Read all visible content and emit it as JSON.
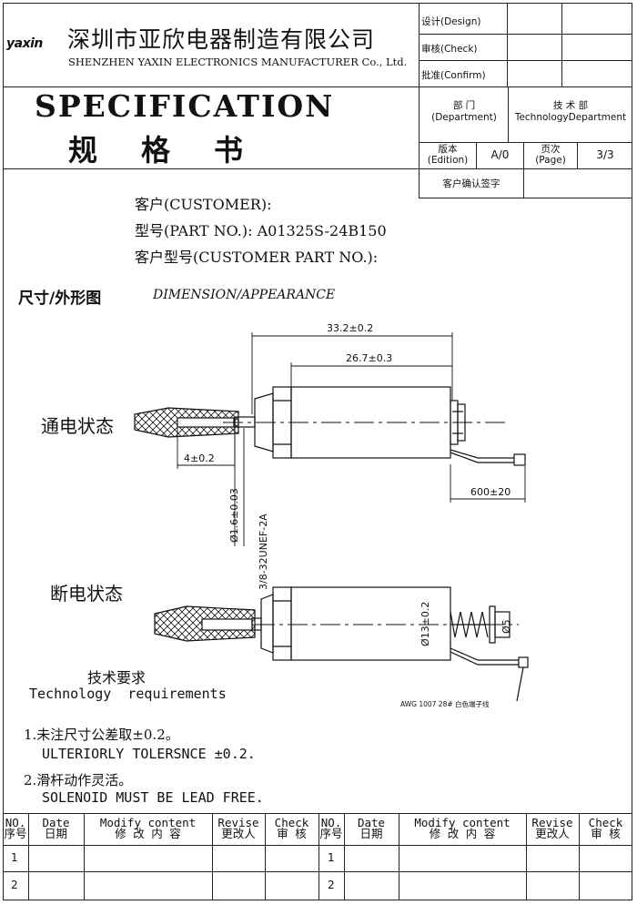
{
  "header": {
    "logo": "yaxin",
    "company_cn": "深圳市亚欣电器制造有限公司",
    "company_en": "SHENZHEN YAXIN ELECTRONICS MANUFACTURER Co., Ltd.",
    "design_label": "设计(Design)",
    "check_label": "审核(Check)",
    "confirm_label": "批准(Confirm)"
  },
  "title": {
    "en": "SPECIFICATION",
    "cn": "规格书"
  },
  "meta": {
    "department_cn": "部  门",
    "department_en": "(Department)",
    "department_value_cn": "技 术 部",
    "department_value_en": "TechnologyDepartment",
    "edition_cn": "版本",
    "edition_en": "(Edition)",
    "edition_value": "A/0",
    "page_cn": "页次",
    "page_en": "(Page)",
    "page_value": "3/3",
    "customer_sign": "客户确认签字"
  },
  "info": {
    "customer": "客户(CUSTOMER):",
    "part_no": "型号(PART NO.): A01325S-24B150",
    "customer_part_no": "客户型号(CUSTOMER PART NO.):"
  },
  "section": {
    "title_cn": "尺寸/外形图",
    "title_en": "DIMENSION/APPEARANCE"
  },
  "drawing": {
    "state_on": "通电状态",
    "state_off": "断电状态",
    "dim_overall": "33.2±0.2",
    "dim_body": "26.7±0.3",
    "dim_plunger": "4±0.2",
    "dim_lead": "600±20",
    "dim_shaft": "Ø1.6±0.03",
    "dim_thread": "3/8-32UNEF-2A",
    "dim_body_dia": "Ø13±0.2",
    "dim_end_dia": "Ø5",
    "wire_note": "AWG 1007 28# 白色端子线"
  },
  "requirements": {
    "title_cn": "技术要求",
    "title_en": "Technology  requirements",
    "items": [
      {
        "cn": "1.未注尺寸公差取±0.2。",
        "en": "ULTERIORLY TOLERSNCE ±0.2."
      },
      {
        "cn": "2.滑杆动作灵活。",
        "en": "SOLENOID MUST BE LEAD FREE."
      }
    ]
  },
  "revision": {
    "headers": [
      {
        "en": "NO.",
        "cn": "序号"
      },
      {
        "en": "Date",
        "cn": "日期"
      },
      {
        "en": "Modify content",
        "cn": "修 改 内 容"
      },
      {
        "en": "Revise",
        "cn": "更改人"
      },
      {
        "en": "Check",
        "cn": "审  核"
      }
    ],
    "rows": [
      "1",
      "2"
    ]
  }
}
